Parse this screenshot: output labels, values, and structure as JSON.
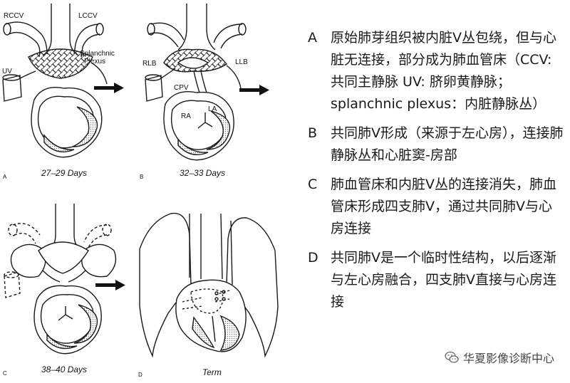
{
  "figure": {
    "panels": [
      {
        "letter": "A",
        "days": "27–29 Days",
        "labels": {
          "rccv": "RCCV",
          "lccv": "LCCV",
          "splanchnic1": "Splanchnic",
          "splanchnic2": "Plexus",
          "uv": "UV"
        }
      },
      {
        "letter": "B",
        "days": "32–33 Days",
        "labels": {
          "rlb": "RLB",
          "llb": "LLB",
          "cpv": "CPV",
          "ra": "RA",
          "la": "LA"
        }
      },
      {
        "letter": "C",
        "days": "38–40 Days"
      },
      {
        "letter": "D",
        "days": "Term"
      }
    ]
  },
  "notes": [
    {
      "letter": "A",
      "text": "原始肺芽组织被内脏V丛包绕，但与心脏无连接，部分成为肺血管床（CCV: 共同主静脉 UV: 脐卵黄静脉；splanchnic plexus：内脏静脉丛）"
    },
    {
      "letter": "B",
      "text": "共同肺V形成（来源于左心房），连接肺静脉丛和心脏窦-房部"
    },
    {
      "letter": "C",
      "text": "肺血管床和内脏V丛的连接消失，肺血管床形成四支肺V，通过共同肺V与心房连接"
    },
    {
      "letter": "D",
      "text": "共同肺V是一个临时性结构，以后逐渐与左心房融合，四支肺V直接与心房连接"
    }
  ],
  "watermark": {
    "text": "华夏影像诊断中心",
    "icon": "wechat-icon"
  },
  "colors": {
    "line": "#1a1a1a",
    "hatch": "#9a9a9a",
    "text": "#1a1a1a"
  }
}
